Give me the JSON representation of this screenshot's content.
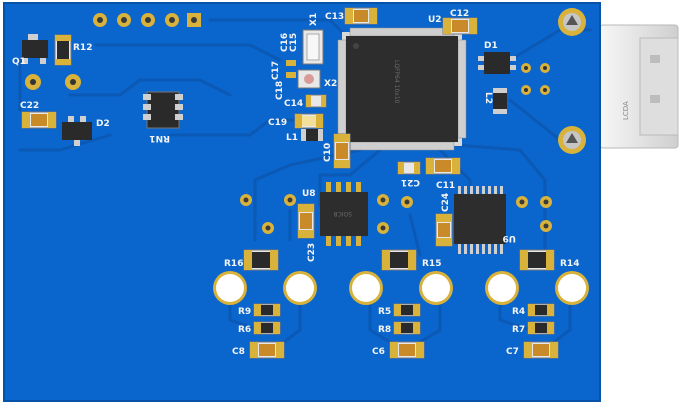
{
  "colors": {
    "board": "#0a66cc",
    "board_edge": "#0753a8",
    "trace": "#0b5ab8",
    "pad_gold": "#d8b23a",
    "ic_body": "#2a2a2a",
    "smd_body": "#e8e8e8",
    "silk": "#f4f4f4",
    "connector": "#e9e9e9"
  },
  "labels": {
    "q1": "Q1",
    "r12": "R12",
    "c22": "C22",
    "d2": "D2",
    "rn1": "RN1",
    "c13": "C13",
    "x1": "X1",
    "c15": "C15",
    "c16": "C16",
    "c17": "C17",
    "c18": "C18",
    "x2": "X2",
    "c14": "C14",
    "c19": "C19",
    "l1": "L1",
    "c10": "C10",
    "u2": "U2",
    "c12": "C12",
    "d1": "D1",
    "l2": "L2",
    "c21": "C21",
    "c11": "C11",
    "u8": "U8",
    "c24": "C24",
    "c23": "C23",
    "u9": "U9",
    "r16": "R16",
    "r15": "R15",
    "r14": "R14",
    "r9": "R9",
    "r6": "R6",
    "c8": "C8",
    "r5": "R5",
    "r8": "R8",
    "c6": "C6",
    "r4": "R4",
    "r7": "R7",
    "c7": "C7"
  },
  "markings": {
    "mcu": "LQFP64 10x10",
    "soic": "SOIC8",
    "connector": "LCDA"
  }
}
